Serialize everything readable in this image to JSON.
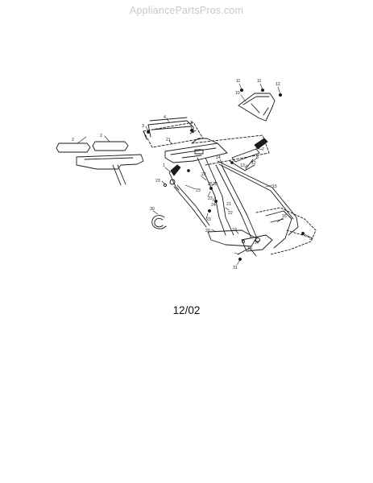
{
  "watermark": "AppliancePartsPros.com",
  "date_code": "12/02",
  "callouts": [
    "1",
    "2",
    "2",
    "3",
    "3",
    "4",
    "5",
    "6",
    "7",
    "8",
    "9",
    "10",
    "11",
    "11",
    "12",
    "13",
    "14",
    "15",
    "16",
    "17",
    "18",
    "19",
    "20",
    "21",
    "22",
    "23",
    "23",
    "24",
    "25",
    "26",
    "27",
    "28",
    "29",
    "30",
    "31"
  ]
}
